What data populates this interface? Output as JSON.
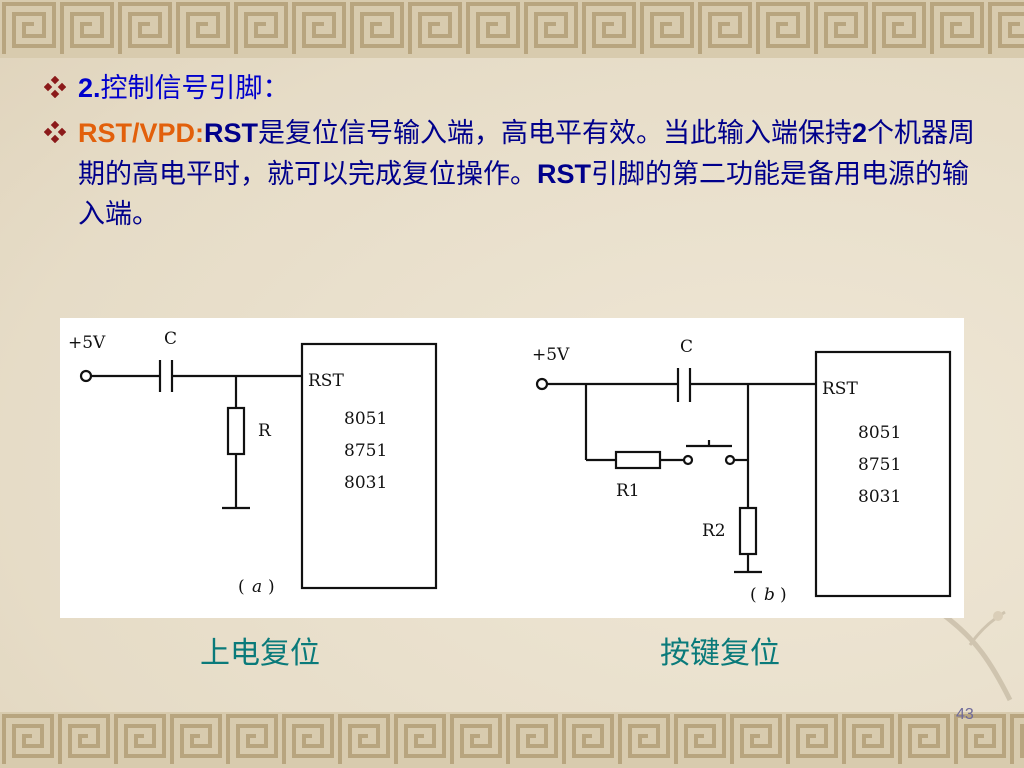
{
  "bullets": {
    "b1": {
      "num": "2.",
      "text": "控制信号引脚："
    },
    "b2": {
      "lead": "RST/VPD:",
      "rst1": "RST",
      "t1": "是复位信号输入端，高电平有效。当此输入端保持",
      "two": "2",
      "t2": "个机器周期的高电平时，就可以完成复位操作。",
      "rst2": "RST",
      "t3": "引脚的第二功能是备用电源的输入端。"
    }
  },
  "diagram_a": {
    "supply": "+5V",
    "cap": "C",
    "res": "R",
    "pin": "RST",
    "chips": [
      "8051",
      "8751",
      "8031"
    ],
    "label_open": "(",
    "label_letter": "a",
    "label_close": ")"
  },
  "diagram_b": {
    "supply": "+5V",
    "cap": "C",
    "res1": "R1",
    "res2": "R2",
    "pin": "RST",
    "chips": [
      "8051",
      "8751",
      "8031"
    ],
    "label_open": "(",
    "label_letter": "b",
    "label_close": ")"
  },
  "captions": {
    "left": "上电复位",
    "right": "按键复位"
  },
  "page_number": "43",
  "colors": {
    "blue": "#0000cc",
    "navy": "#00008b",
    "orange": "#e2600b",
    "teal": "#0a7a7a",
    "bullet_mark": "#8b1a1a"
  }
}
